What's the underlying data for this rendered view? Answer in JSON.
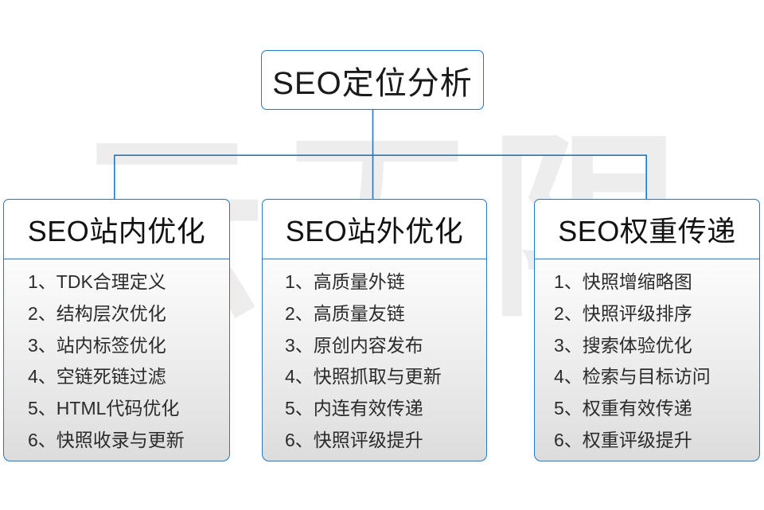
{
  "watermark": {
    "text": "云无限"
  },
  "diagram": {
    "type": "tree",
    "root": {
      "label": "SEO定位分析"
    },
    "accent_color": "#1f7ac4",
    "branches": [
      {
        "title": "SEO站内优化",
        "items": [
          "1、TDK合理定义",
          "2、结构层次优化",
          "3、站内标签优化",
          "4、空链死链过滤",
          "5、HTML代码优化",
          "6、快照收录与更新"
        ]
      },
      {
        "title": "SEO站外优化",
        "items": [
          "1、高质量外链",
          "2、高质量友链",
          "3、原创内容发布",
          "4、快照抓取与更新",
          "5、内连有效传递",
          "6、快照评级提升"
        ]
      },
      {
        "title": "SEO权重传递",
        "items": [
          "1、快照增缩略图",
          "2、快照评级排序",
          "3、搜索体验优化",
          "4、检索与目标访问",
          "5、权重有效传递",
          "6、权重评级提升"
        ]
      }
    ]
  }
}
